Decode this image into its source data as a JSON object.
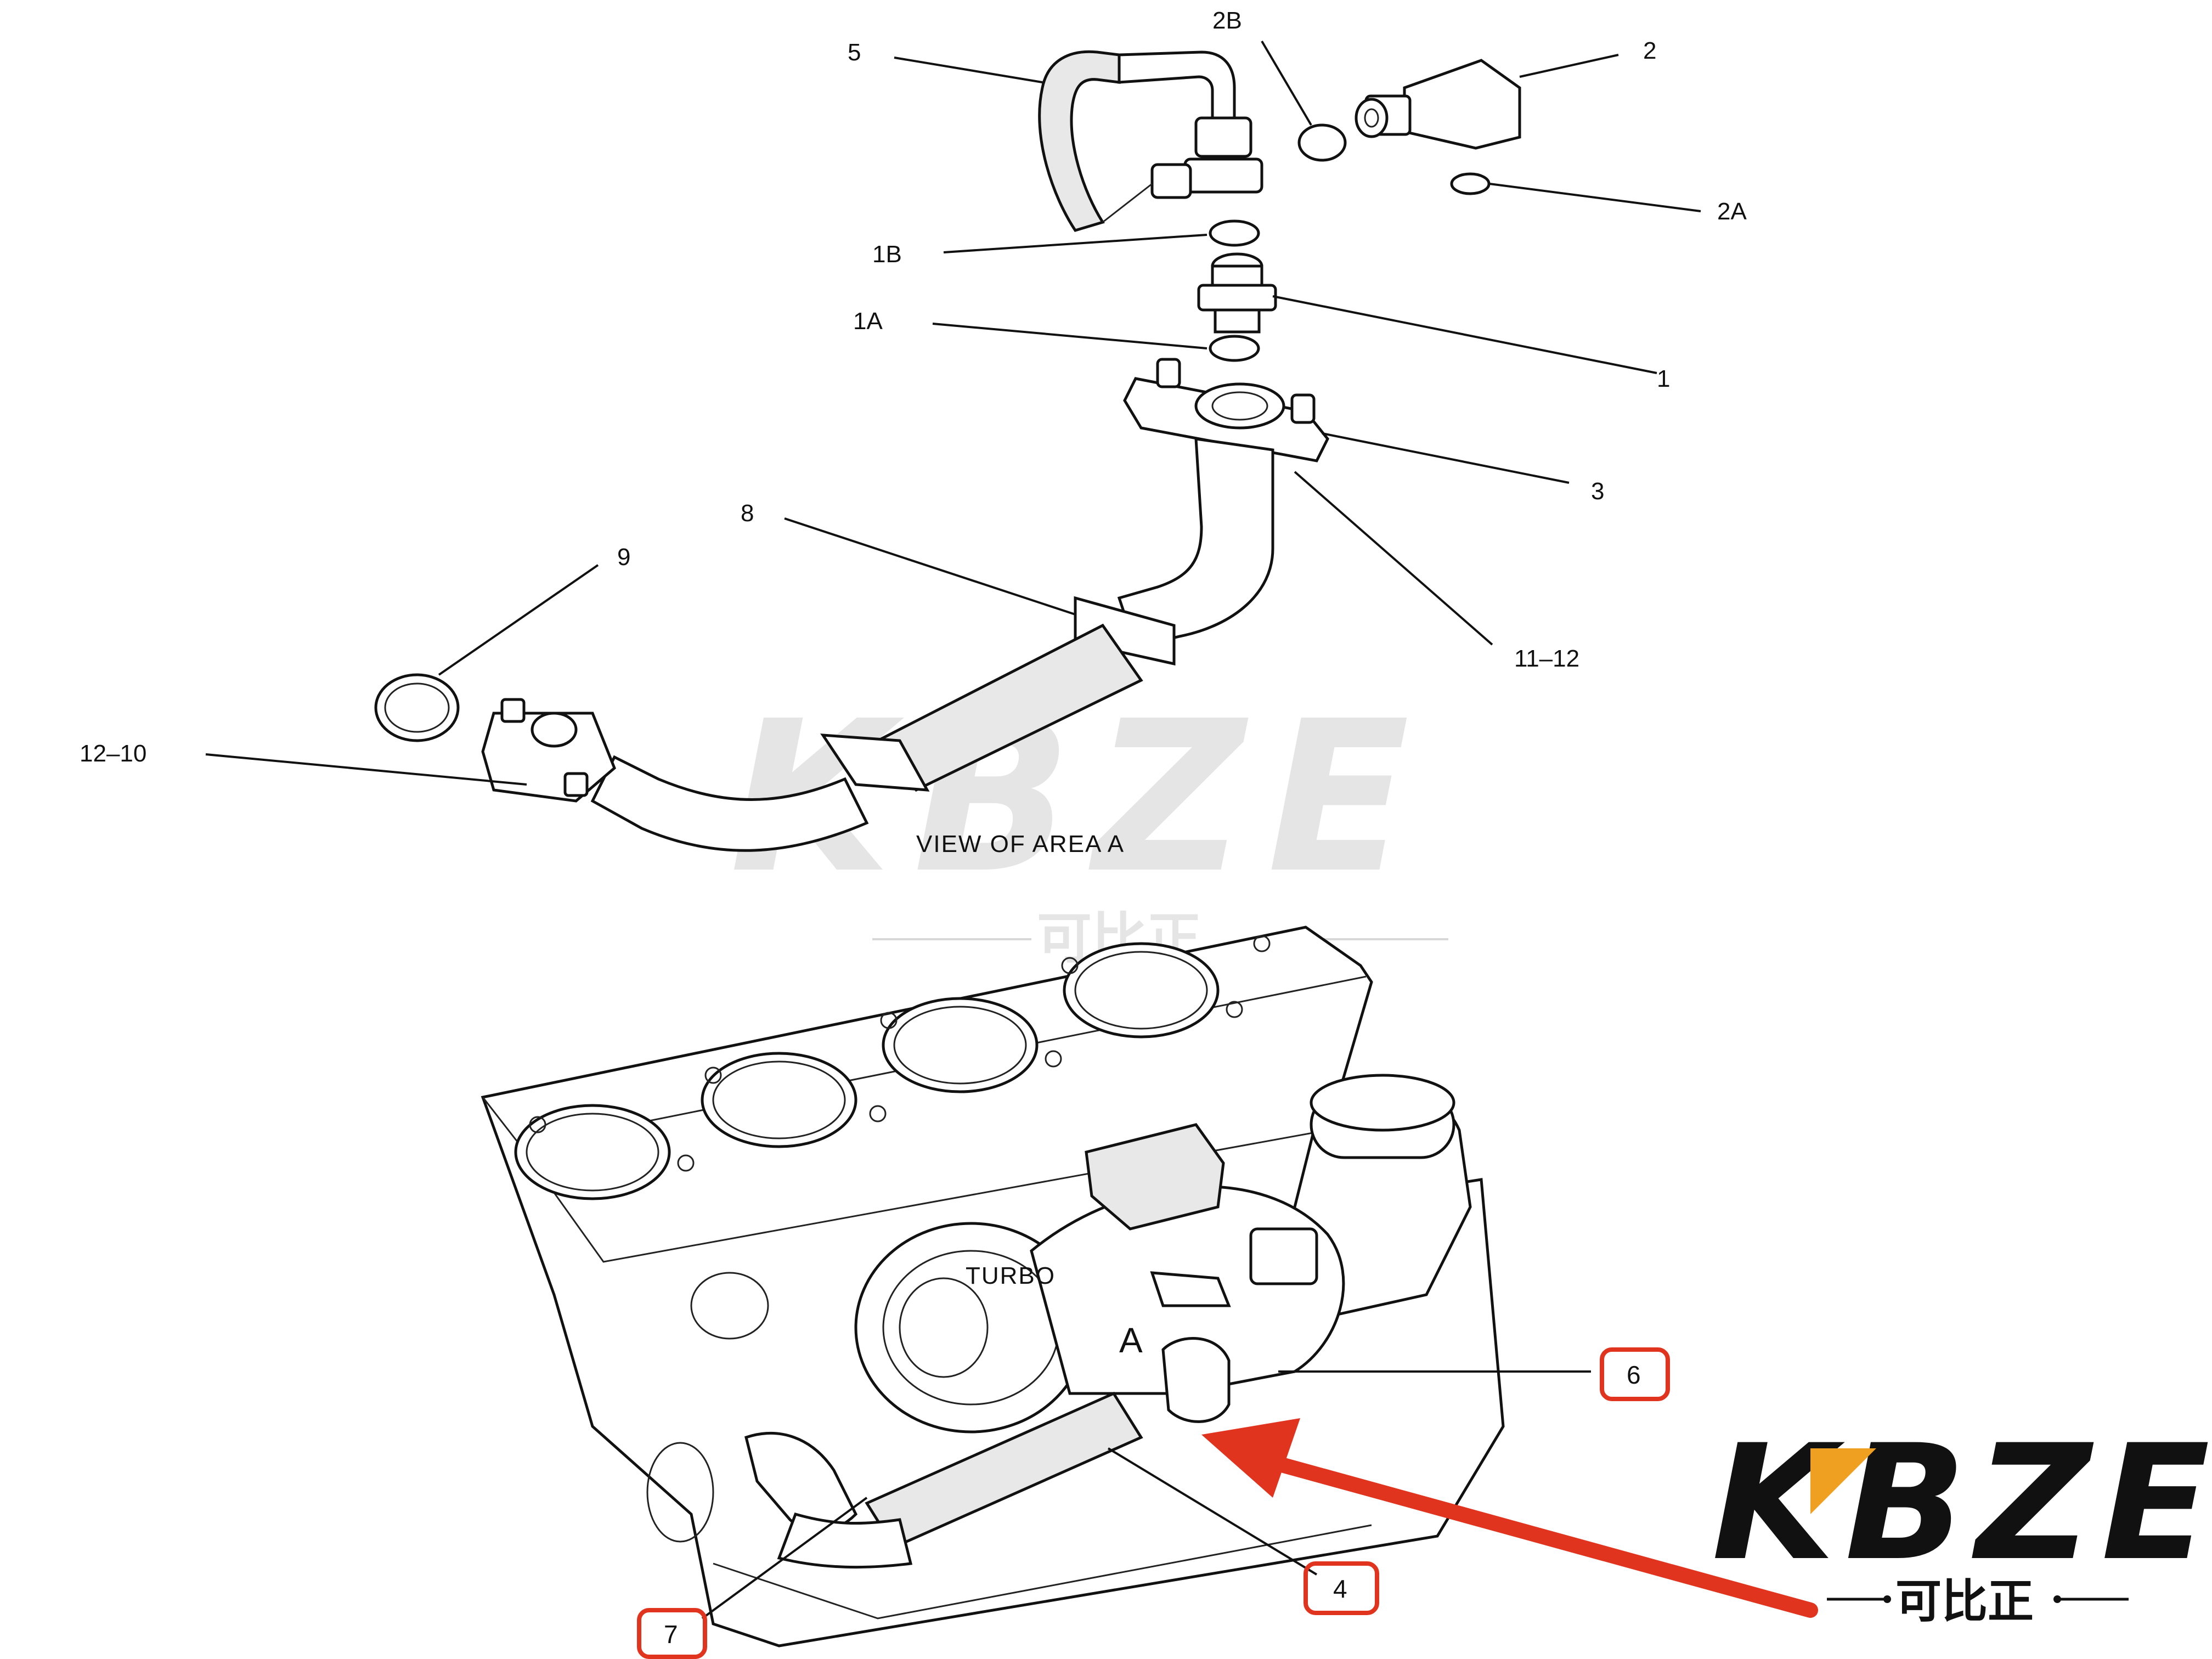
{
  "callouts": {
    "c5": "5",
    "c2B": "2B",
    "c2": "2",
    "c2A": "2A",
    "c1B": "1B",
    "c1A": "1A",
    "c1": "1",
    "c3": "3",
    "c8": "8",
    "c9": "9",
    "c11_12": "11–12",
    "c12_10": "12–10"
  },
  "captions": {
    "view": "VIEW OF AREA  A",
    "turbo": "TURBO",
    "area_marker": "A"
  },
  "boxed_callouts": {
    "b6": "6",
    "b4": "4",
    "b7": "7"
  },
  "watermark": {
    "big": "KBZE",
    "sub": "可比正"
  },
  "logo": {
    "big": "KBZE",
    "sub": "可比正"
  },
  "colors": {
    "highlight_box": "#e0341f",
    "arrow": "#e0341f",
    "logo_accent": "#f0a020"
  }
}
